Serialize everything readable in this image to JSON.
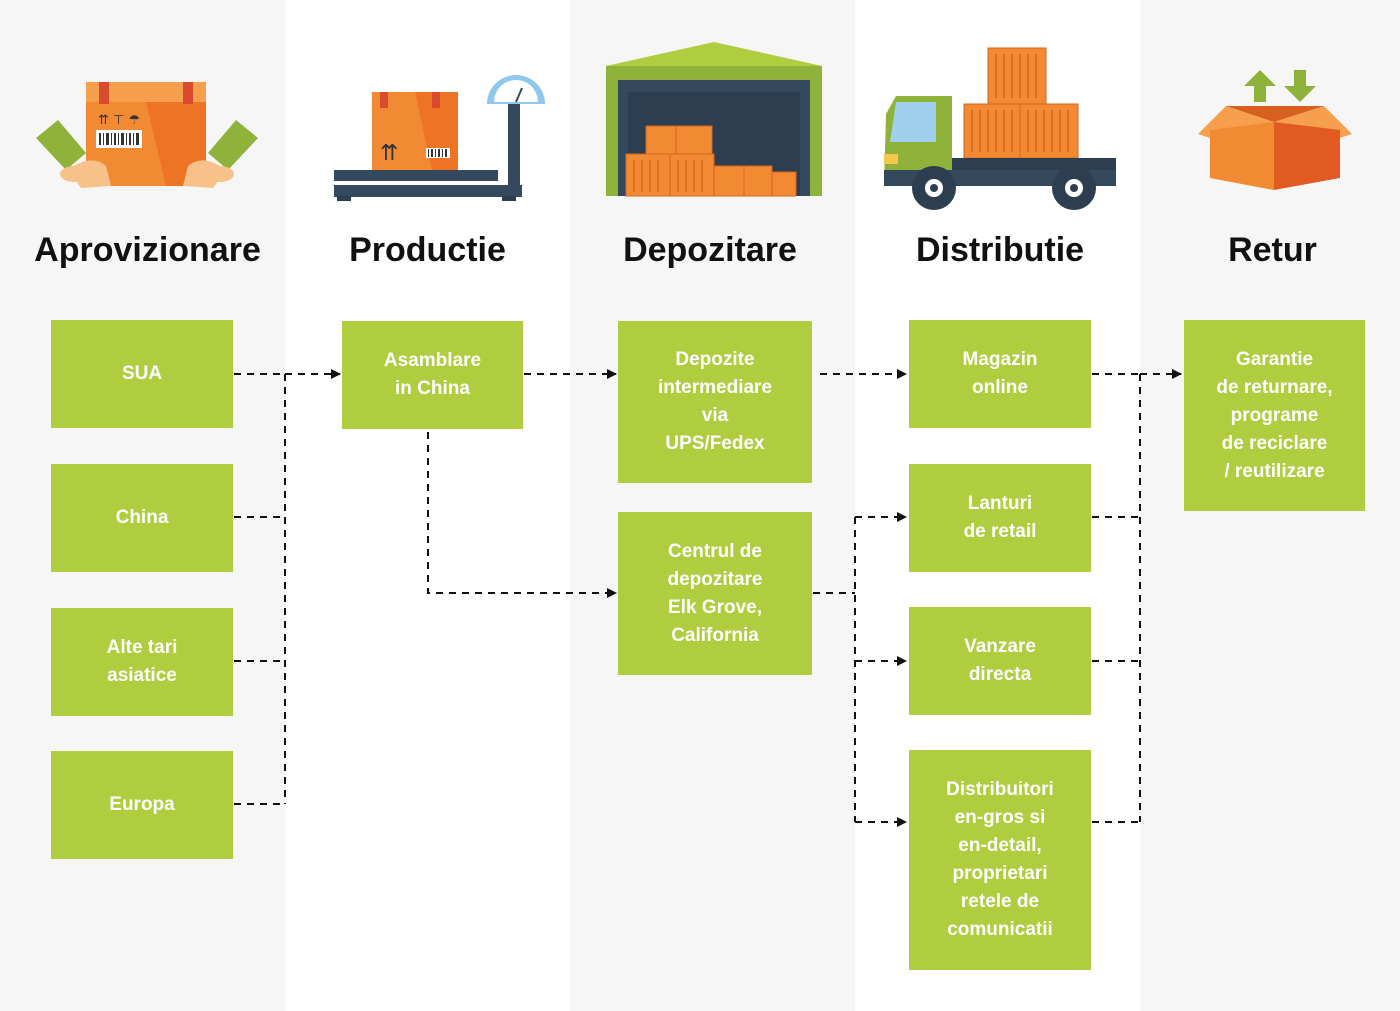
{
  "stages": [
    {
      "id": "aprovizionare",
      "title": "Aprovizionare",
      "icon": "box-in-hands-icon"
    },
    {
      "id": "productie",
      "title": "Productie",
      "icon": "package-on-scale-icon"
    },
    {
      "id": "depozitare",
      "title": "Depozitare",
      "icon": "warehouse-icon"
    },
    {
      "id": "distributie",
      "title": "Distributie",
      "icon": "delivery-truck-icon"
    },
    {
      "id": "retur",
      "title": "Retur",
      "icon": "return-box-arrows-icon"
    }
  ],
  "boxes": {
    "sua": "SUA",
    "china": "China",
    "alte_tari": "Alte tari\nasiatice",
    "europa": "Europa",
    "asamblare": "Asamblare\nin China",
    "depozite": "Depozite\nintermediare\nvia\nUPS/Fedex",
    "centrul": "Centrul de\ndepozitare\nElk Grove,\nCalifornia",
    "magazin": "Magazin\nonline",
    "lanturi": "Lanturi\nde retail",
    "vanzare": "Vanzare\ndirecta",
    "distribuitori": "Distribuitori\nen-gros si\nen-detail,\nproprietari\nretele de\ncomunicatii",
    "garantie": "Garantie\nde returnare,\nprograme\nde reciclare\n/ reutilizare"
  },
  "colors": {
    "box_fill": "#afcd3e",
    "box_text": "#ffffff",
    "title_text": "#111111",
    "band_grey": "#f6f6f6",
    "orange": "#f07f2e",
    "connector": "#111111"
  }
}
